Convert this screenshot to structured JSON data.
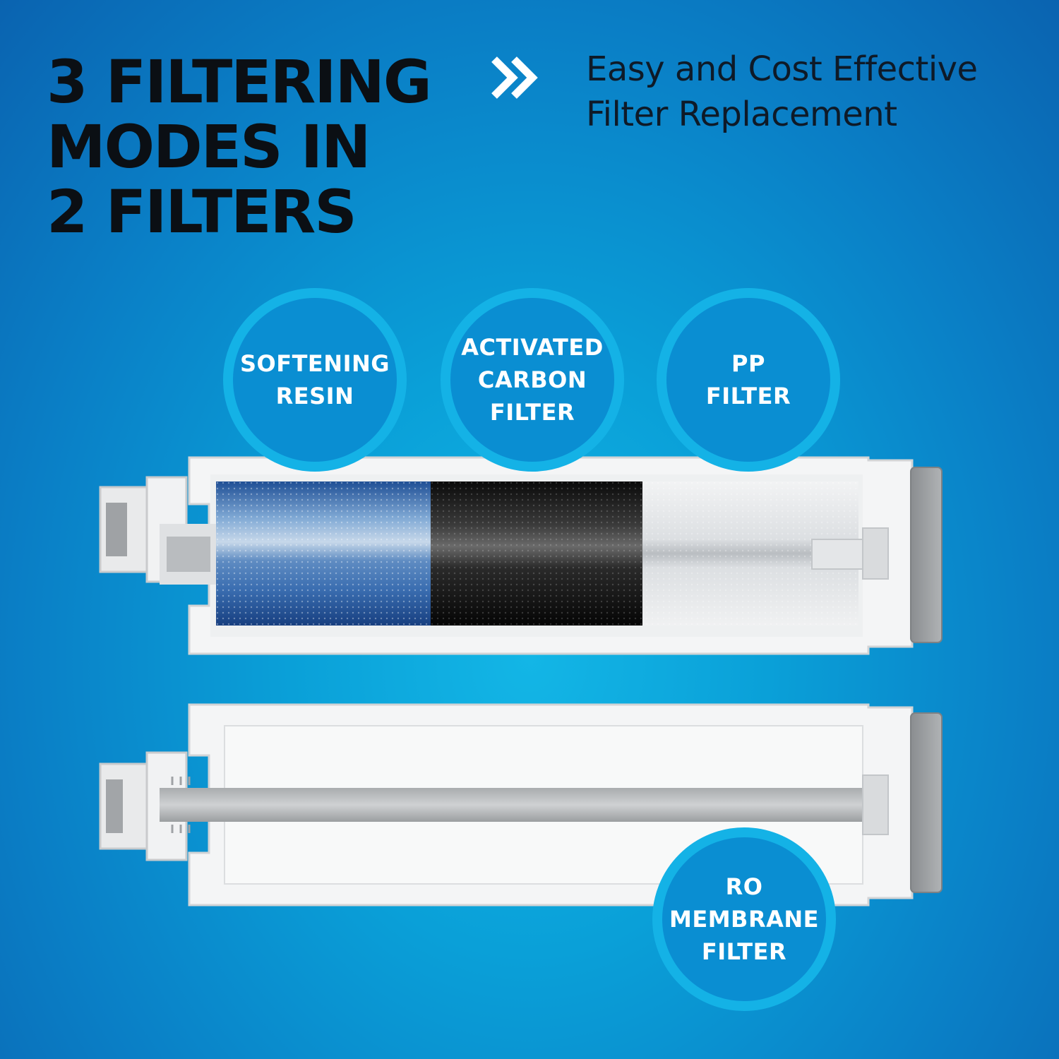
{
  "header": {
    "headline": "3 FILTERING\nMODES IN\n2 FILTERS",
    "tagline": "Easy and Cost Effective\nFilter Replacement",
    "arrow_icon": "double-chevron-right-icon"
  },
  "filters": [
    {
      "id": "softening",
      "label": "SOFTENING\nRESIN"
    },
    {
      "id": "carbon",
      "label": "ACTIVATED\nCARBON\nFILTER"
    },
    {
      "id": "pp",
      "label": "PP\nFILTER"
    },
    {
      "id": "ro",
      "label": "RO\nMEMBRANE\nFILTER"
    }
  ],
  "colors": {
    "background": "#0a8fd0",
    "badge_fill": "#0a8ed2",
    "badge_ring": "#14b2e6",
    "resin": "#2f6fb3",
    "carbon": "#111111",
    "pp": "#e6e8ea",
    "housing": "#f4f5f6"
  }
}
